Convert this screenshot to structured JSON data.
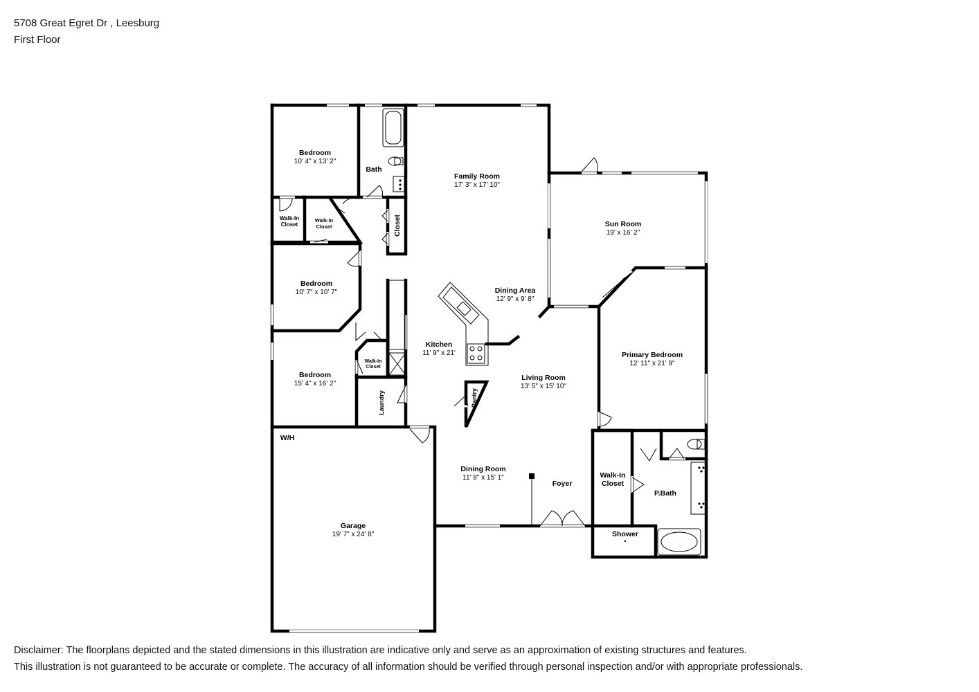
{
  "header": {
    "address": "5708 Great Egret Dr , Leesburg",
    "floor": "First Floor"
  },
  "rooms": {
    "bedroom1": {
      "name": "Bedroom",
      "dims": "10' 4\" x 13' 2\""
    },
    "bath": {
      "name": "Bath"
    },
    "family_room": {
      "name": "Family Room",
      "dims": "17' 3\" x 17' 10\""
    },
    "sun_room": {
      "name": "Sun Room",
      "dims": "19' x 16' 2\""
    },
    "walkin1": {
      "name_line1": "Walk-In",
      "name_line2": "Closet"
    },
    "walkin2": {
      "name_line1": "Walk-In",
      "name_line2": "Closet"
    },
    "closet": {
      "name": "Closet"
    },
    "bedroom2": {
      "name": "Bedroom",
      "dims": "10' 7\" x 10' 7\""
    },
    "dining_area": {
      "name": "Dining Area",
      "dims": "12' 9\" x 9' 8\""
    },
    "kitchen": {
      "name": "Kitchen",
      "dims": "11' 9\" x 21'"
    },
    "walkin3": {
      "name_line1": "Walk-In",
      "name_line2": "Closet"
    },
    "bedroom3": {
      "name": "Bedroom",
      "dims": "15' 4\" x 16' 2\""
    },
    "primary_bedroom": {
      "name": "Primary Bedroom",
      "dims": "12' 11\" x 21' 9\""
    },
    "living_room": {
      "name": "Living Room",
      "dims": "13' 5\" x 15' 10\""
    },
    "laundry": {
      "name": "Laundry"
    },
    "pantry": {
      "name": "Pantry"
    },
    "wh": {
      "name": "W/H"
    },
    "dining_room": {
      "name": "Dining Room",
      "dims": "11' 8\" x 15' 1\""
    },
    "foyer": {
      "name": "Foyer"
    },
    "walkin4": {
      "name_line1": "Walk-In",
      "name_line2": "Closet"
    },
    "pbath": {
      "name": "P.Bath"
    },
    "shower": {
      "name": "Shower"
    },
    "garage": {
      "name": "Garage",
      "dims": "19' 7\" x 24' 8\""
    }
  },
  "disclaimer": {
    "line1": "Disclaimer: The floorplans depicted and the stated dimensions in this illustration are indicative only and serve as an approximation of existing structures and features.",
    "line2": "This illustration is not guaranteed to be accurate or complete. The accuracy of all information should be verified through personal inspection and/or with appropriate professionals."
  }
}
